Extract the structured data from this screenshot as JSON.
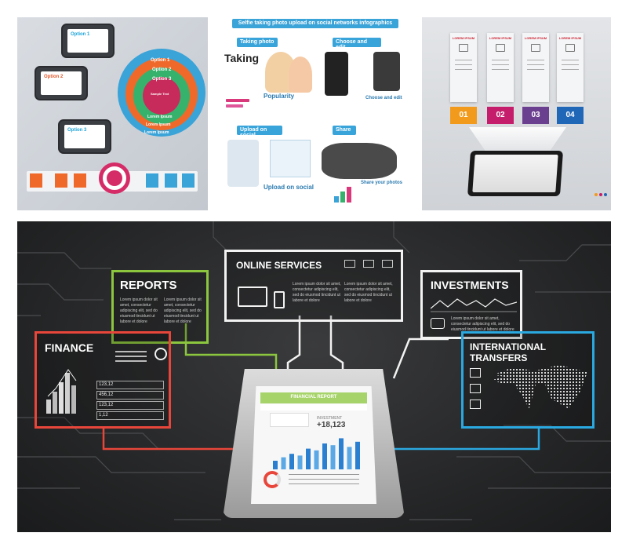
{
  "panel1": {
    "options": [
      {
        "label": "Option 1",
        "color": "#1da4d8"
      },
      {
        "label": "Option 2",
        "color": "#e8572a"
      },
      {
        "label": "Option 3",
        "color": "#1da4d8"
      }
    ],
    "rings": [
      {
        "label": "Option 1",
        "color": "#3aa3d8"
      },
      {
        "label": "Option 2",
        "color": "#ef6a2a"
      },
      {
        "label": "Option 3",
        "color": "#37b26c"
      }
    ],
    "center_title": "Sample Text",
    "ring_footers": [
      "Lorem Ipsum",
      "Lorem Ipsum",
      "Lorem Ipsum"
    ],
    "accent_pink": "#d52c67"
  },
  "panel2": {
    "title": "Selfie taking photo upload on social networks infographics",
    "sections": {
      "taking_photo": "Taking photo",
      "choose_edit": "Choose and edit",
      "upload_social": "Upload on social",
      "share": "Share"
    },
    "taking": "Taking",
    "popularity": "Popularity",
    "choose_and_edit": "Choose and edit",
    "upload_on_social": "Upload on social",
    "share_your_photos": "Share your photos",
    "accent": "#38a4da"
  },
  "panel3": {
    "columns": [
      {
        "label": "LOREM IPSUM",
        "num": "01",
        "color": "#f29a1c"
      },
      {
        "label": "LOREM IPSUM",
        "num": "02",
        "color": "#c51d6b"
      },
      {
        "label": "LOREM IPSUM",
        "num": "03",
        "color": "#6b3f8f"
      },
      {
        "label": "LOREM IPSUM",
        "num": "04",
        "color": "#2167b8"
      }
    ]
  },
  "panel4": {
    "boxes": {
      "reports": {
        "title": "REPORTS",
        "color": "#8cc63f"
      },
      "online": {
        "title": "ONLINE SERVICES",
        "color": "#f2f2f2"
      },
      "investments": {
        "title": "INVESTMENTS",
        "color": "#f2f2f2"
      },
      "finance": {
        "title": "FINANCE",
        "color": "#e8463a"
      },
      "transfers": {
        "title": "INTERNATIONAL TRANSFERS",
        "color": "#2aa8e0"
      }
    },
    "lorem": "Lorem ipsum dolor sit amet, consectetur adipiscing elit, sed do eiusmod tincidunt ut labore et dolore",
    "finance_values": [
      "123,12",
      "456,12",
      "123,12",
      "1,12"
    ],
    "phone": {
      "header": "FINANCIAL REPORT",
      "investment_label": "INVESTMENT",
      "investment_value": "+18,123",
      "bar_color": "#2a7fd0",
      "bars": [
        0.25,
        0.35,
        0.45,
        0.4,
        0.6,
        0.55,
        0.75,
        0.7,
        0.9,
        0.65,
        0.8
      ]
    }
  }
}
